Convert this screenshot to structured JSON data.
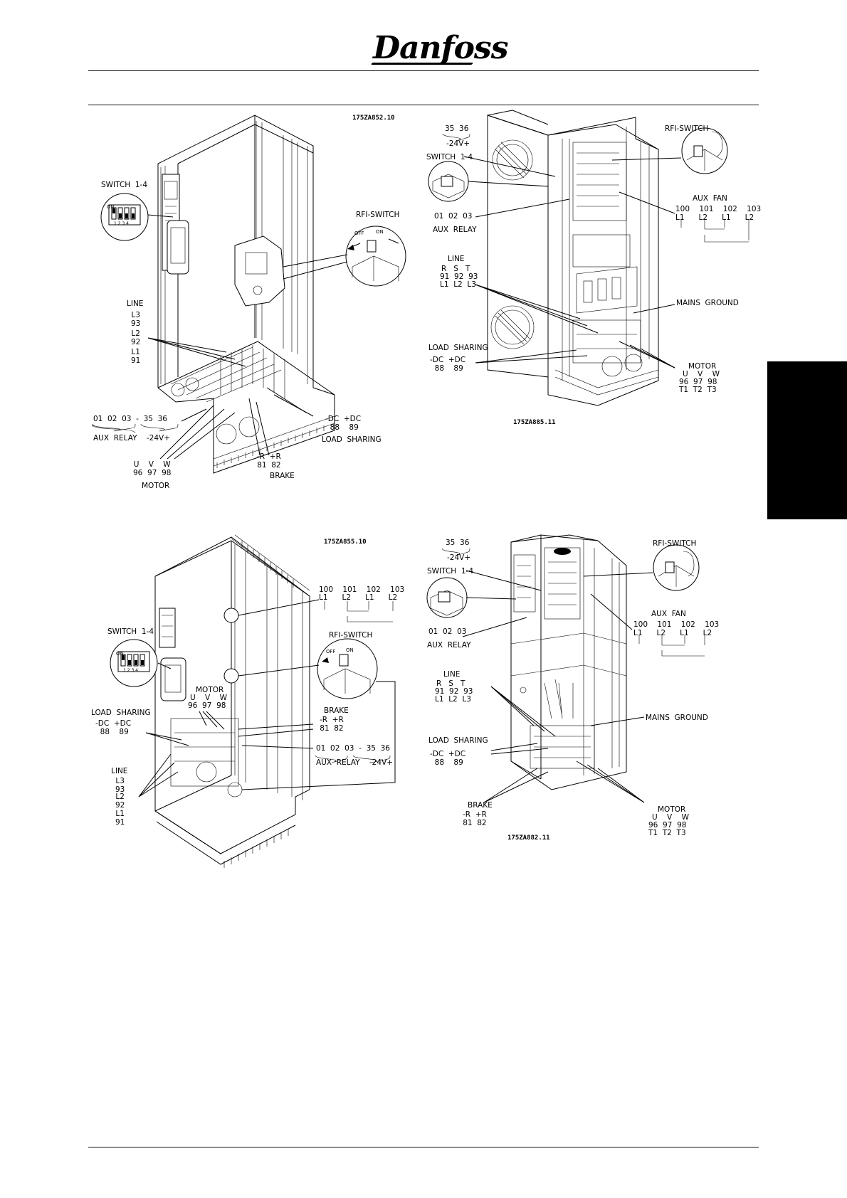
{
  "header": {
    "logo_text": "Danfoss"
  },
  "figures": [
    {
      "code": "175ZA852.10",
      "labels": {
        "switch": "SWITCH  1-4",
        "rfi": "RFI-SWITCH",
        "rfi_off": "OFF",
        "rfi_on": "ON",
        "line": "LINE",
        "l3": "L3\n93",
        "l2": "L2\n92",
        "l1": "L1\n91",
        "relay_nums": "01  02  03  -  35  36",
        "relay_caption": "AUX  RELAY    -24V+",
        "loadsharing_nums": "-DC  +DC\n 88    89",
        "loadsharing_caption": "LOAD  SHARING",
        "brake_nums": "-R  +R\n81  82",
        "brake_caption": "BRAKE",
        "motor_nums": "U    V    W\n96  97  98",
        "motor_caption": "MOTOR",
        "dip_on": "ON",
        "dip_nums": "1 2 3 4"
      }
    },
    {
      "code": "175ZA885.11",
      "labels": {
        "v24_nums": "35  36",
        "v24_caption": "-24V+",
        "switch": "SWITCH  1-4",
        "relay_nums": "01  02  03",
        "relay_caption": "AUX  RELAY",
        "line": "LINE",
        "line_rst": "R   S   T",
        "line_nums": "91  92  93",
        "line_l": "L1  L2  L3",
        "loadsharing_caption": "LOAD  SHARING",
        "loadsharing_nums": "-DC  +DC\n 88    89",
        "rfi": "RFI-SWITCH",
        "aux_fan": "AUX  FAN",
        "fan_nums": "100    101    102    103",
        "fan_l": "L1      L2      L1      L2",
        "mains_ground": "MAINS  GROUND",
        "motor_caption": "MOTOR",
        "motor_uvw": "U    V    W",
        "motor_nums": "96  97  98",
        "motor_t": "T1  T2  T3"
      }
    },
    {
      "code": "175ZA855.10",
      "labels": {
        "fan_nums": "100    101    102    103",
        "fan_l": "L1      L2      L1      L2",
        "switch": "SWITCH  1-4",
        "rfi": "RFI-SWITCH",
        "rfi_off": "OFF",
        "rfi_on": "ON",
        "motor_caption": "MOTOR",
        "motor_uvw": "U    V    W",
        "motor_nums": "96  97  98",
        "loadsharing_caption": "LOAD  SHARING",
        "loadsharing_nums": "-DC  +DC\n 88    89",
        "brake_caption": "BRAKE",
        "brake_nums": "-R  +R\n81  82",
        "relay_nums": "01  02  03  -  35  36",
        "relay_caption": "AUX  RELAY    -24V+",
        "line": "LINE",
        "l3": "L3\n93",
        "l2": "L2\n92",
        "l1": "L1\n91",
        "dip_on": "ON",
        "dip_nums": "1 2 3 4"
      }
    },
    {
      "code": "175ZA882.11",
      "labels": {
        "v24_nums": "35  36",
        "v24_caption": "-24V+",
        "switch": "SWITCH  1-4",
        "relay_nums": "01  02  03",
        "relay_caption": "AUX  RELAY",
        "line": "LINE",
        "line_rst": "R   S   T",
        "line_nums": "91  92  93",
        "line_l": "L1  L2  L3",
        "loadsharing_caption": "LOAD  SHARING",
        "loadsharing_nums": "-DC  +DC\n 88    89",
        "brake_caption": "BRAKE",
        "brake_nums": "-R  +R\n81  82",
        "rfi": "RFI-SWITCH",
        "aux_fan": "AUX  FAN",
        "fan_nums": "100    101    102    103",
        "fan_l": "L1      L2      L1      L2",
        "mains_ground": "MAINS  GROUND",
        "motor_caption": "MOTOR",
        "motor_uvw": "U    V    W",
        "motor_nums": "96  97  98",
        "motor_t": "T1  T2  T3"
      }
    }
  ]
}
